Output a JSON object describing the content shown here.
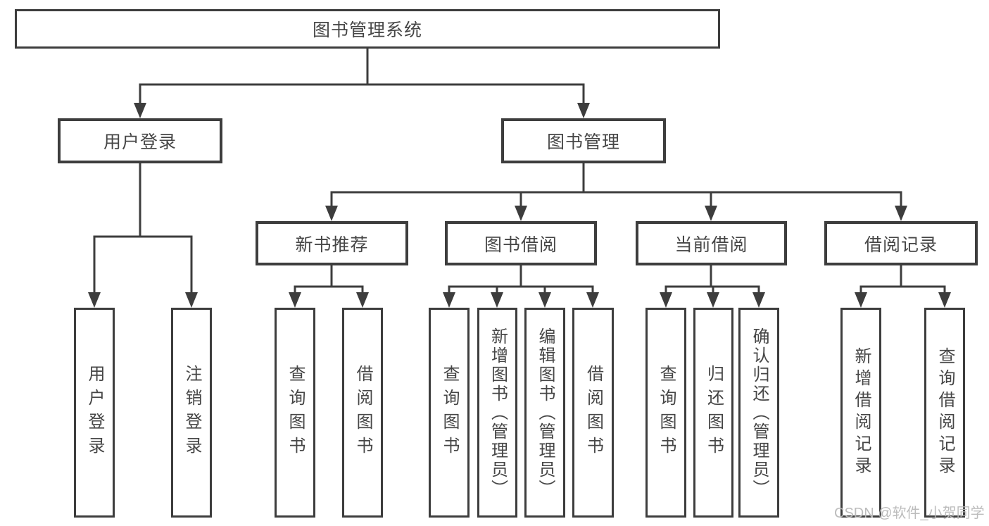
{
  "diagram": {
    "root": {
      "label": "图书管理系统"
    },
    "branches": [
      {
        "label": "用户登录",
        "children": [
          {
            "label": "用户登录"
          },
          {
            "label": "注销登录"
          }
        ]
      },
      {
        "label": "图书管理",
        "modules": [
          {
            "label": "新书推荐",
            "children": [
              {
                "label": "查询图书"
              },
              {
                "label": "借阅图书"
              }
            ]
          },
          {
            "label": "图书借阅",
            "children": [
              {
                "label": "查询图书"
              },
              {
                "label": "新增图书（管理员）"
              },
              {
                "label": "编辑图书（管理员）"
              },
              {
                "label": "借阅图书"
              }
            ]
          },
          {
            "label": "当前借阅",
            "children": [
              {
                "label": "查询图书"
              },
              {
                "label": "归还图书"
              },
              {
                "label": "确认归还（管理员）"
              }
            ]
          },
          {
            "label": "借阅记录",
            "children": [
              {
                "label": "新增借阅记录"
              },
              {
                "label": "查询借阅记录"
              }
            ]
          }
        ]
      }
    ]
  },
  "watermark": "CSDN @软件_小贺同学",
  "colors": {
    "line": "#3d3d3d",
    "text": "#464646",
    "watermark": "#b8b8b8",
    "background": "#ffffff"
  }
}
